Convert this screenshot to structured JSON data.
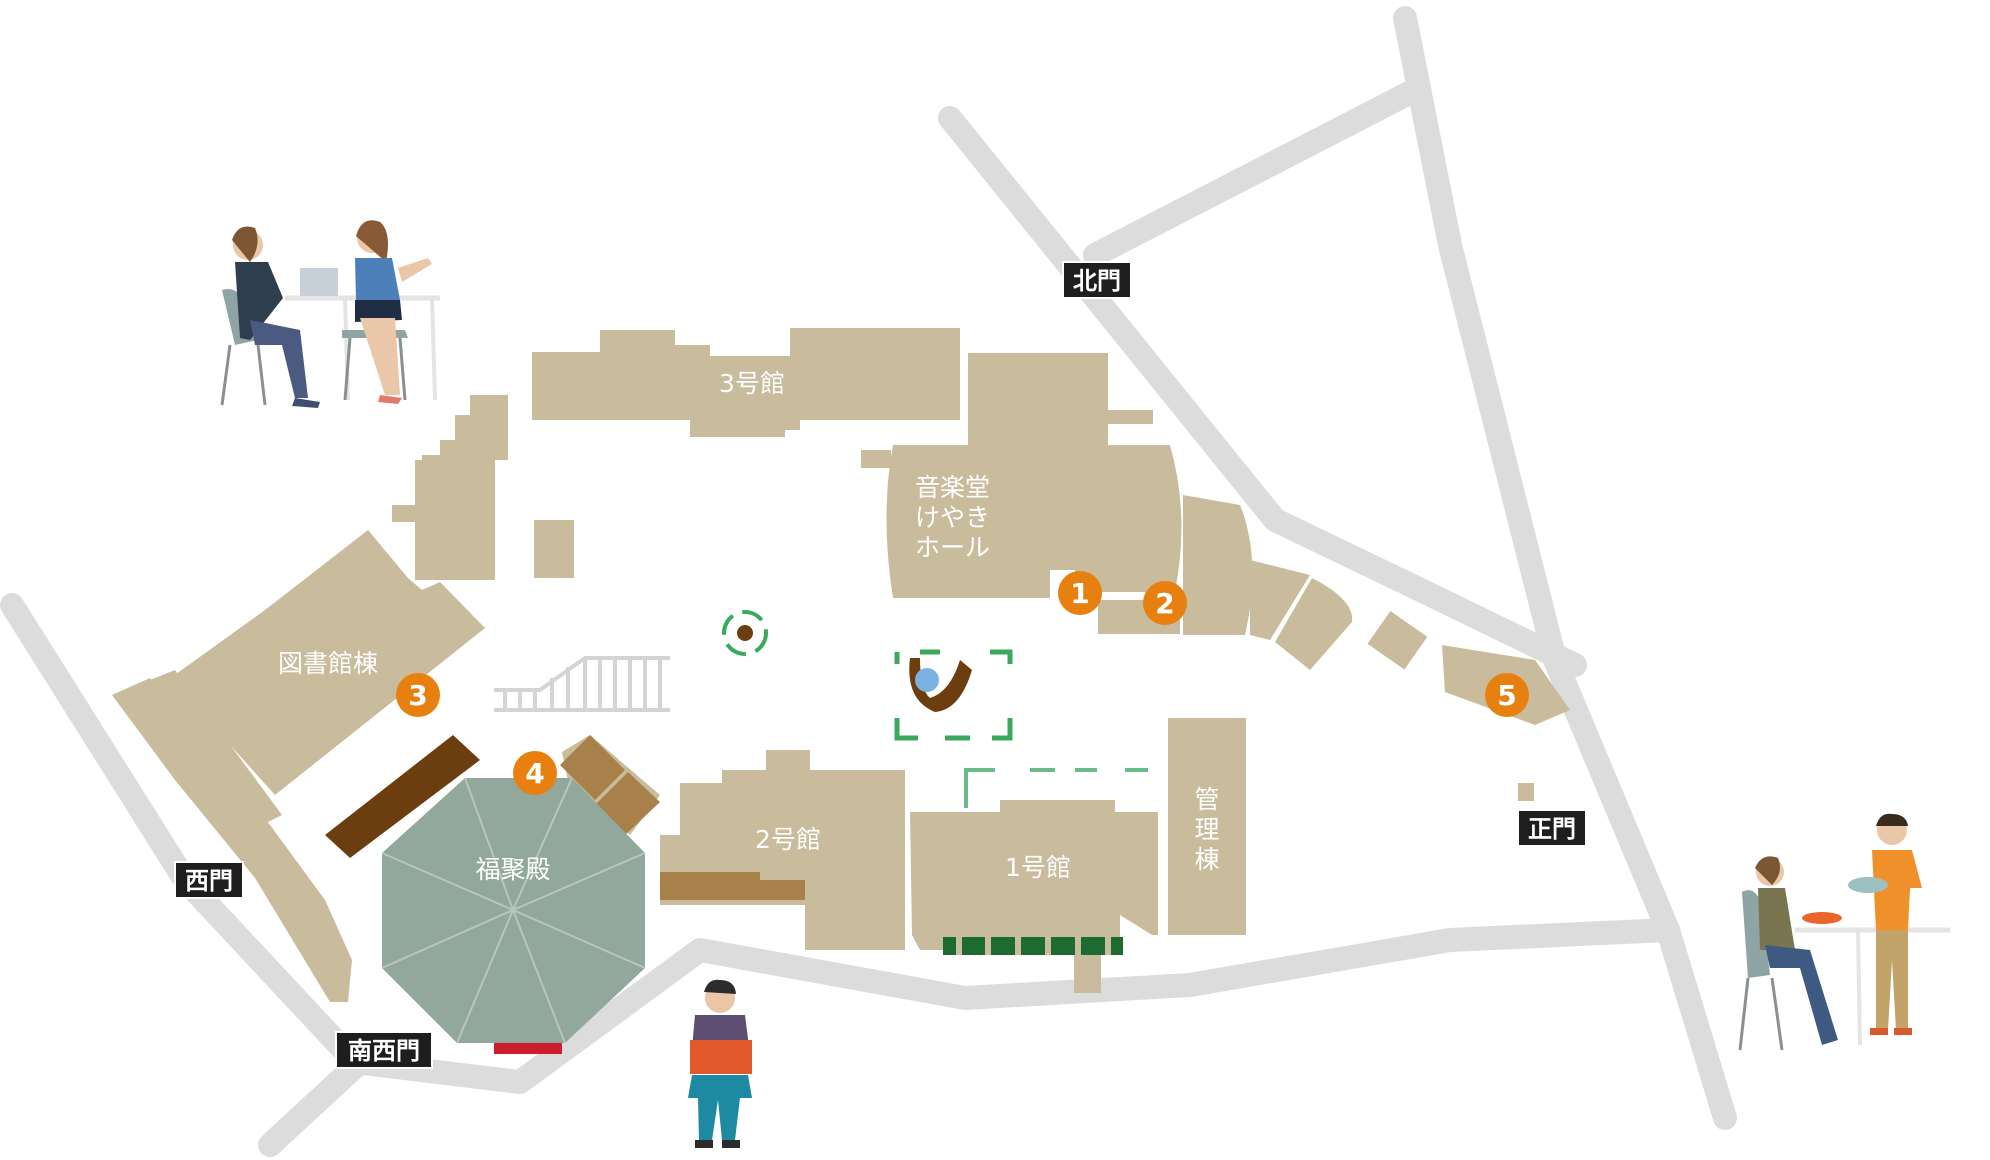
{
  "colors": {
    "road": "#dcdcdc",
    "building": "#c9bc9c",
    "pavilion": "#93a89c",
    "marker": "#e8800f",
    "gate_bg": "#1e1e1e",
    "dark_wood": "#6b3d0f",
    "mid_wood": "#a8804a",
    "green_accent": "#3aa95c",
    "hedge": "#1e6b32",
    "red_accent": "#cc1d2c",
    "water": "#7cb2e2"
  },
  "buildings": {
    "b3": "3号館",
    "ongakudo": [
      "音楽堂",
      "けやき",
      "ホール"
    ],
    "library": "図書館棟",
    "kanri": [
      "管",
      "理",
      "棟"
    ],
    "b2": "2号館",
    "b1": "1号館",
    "fukujuden": "福聚殿"
  },
  "gates": {
    "north": "北門",
    "main": "正門",
    "west": "西門",
    "southwest": "南西門"
  },
  "markers": [
    "1",
    "2",
    "3",
    "4",
    "5"
  ]
}
